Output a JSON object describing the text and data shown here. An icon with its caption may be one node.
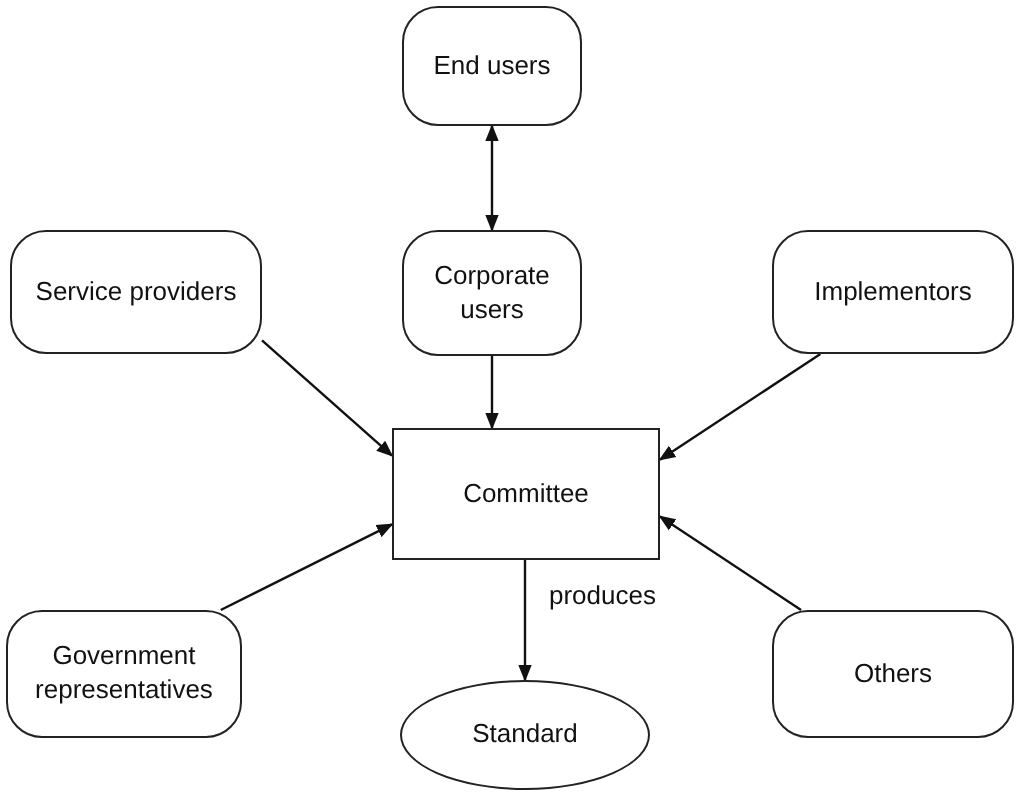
{
  "diagram": {
    "nodes": [
      {
        "text": [
          "End users"
        ]
      },
      {
        "text": [
          "Service providers"
        ]
      },
      {
        "text": [
          "Corporate users"
        ]
      },
      {
        "text": [
          "Implementors"
        ]
      },
      {
        "text": [
          "Committee"
        ]
      },
      {
        "text": [
          "Government representatives"
        ]
      },
      {
        "text": [
          "Others"
        ]
      },
      {
        "text": [
          "Standard"
        ]
      }
    ],
    "edges": [
      {
        "from": 0,
        "to": 2,
        "arrow": "both"
      },
      {
        "from": 2,
        "to": 4,
        "arrow": "to"
      },
      {
        "from": 1,
        "to": 4,
        "arrow": "to"
      },
      {
        "from": 3,
        "to": 4,
        "arrow": "to"
      },
      {
        "from": 5,
        "to": 4,
        "arrow": "to"
      },
      {
        "from": 6,
        "to": 4,
        "arrow": "to"
      },
      {
        "from": 4,
        "to": 7,
        "arrow": "to",
        "label": "produces"
      }
    ]
  }
}
